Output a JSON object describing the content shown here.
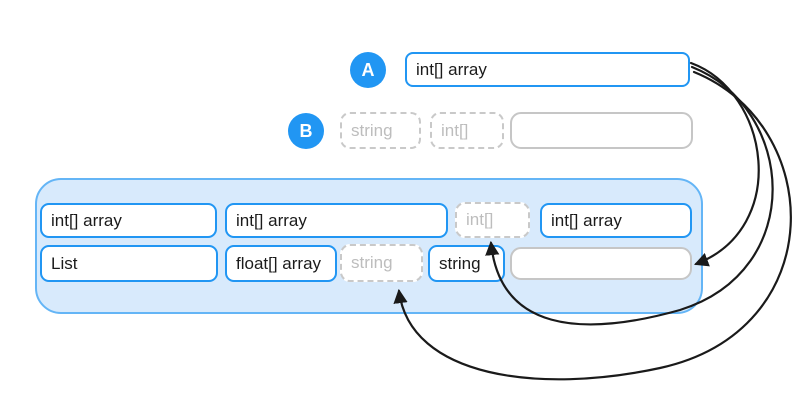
{
  "colors": {
    "accent_blue": "#2196F3",
    "tray_border_blue": "#64B5F6",
    "tray_fill_blue": "#D8EAFC",
    "ghost_gray": "#BDBDBD",
    "slot_border_gray": "#C6C6C6",
    "arrow_black": "#1A1A1A"
  },
  "row_a": {
    "badge": "A",
    "chip": "int[] array"
  },
  "row_b": {
    "badge": "B",
    "ghost_string": "string",
    "ghost_int": "int[]",
    "empty_slot": ""
  },
  "tray": {
    "row1": {
      "chip1": "int[] array",
      "chip2": "int[] array",
      "ghost_int": "int[]",
      "chip3": "int[] array"
    },
    "row2": {
      "chip1": "List",
      "chip2": "float[] array",
      "ghost_string": "string",
      "chip3": "string",
      "empty_slot": ""
    }
  },
  "arrows": [
    {
      "from": "row-a-chip",
      "to": "row-b-empty-slot-area"
    },
    {
      "from": "row-a-chip",
      "to": "tray-ghost-int"
    },
    {
      "from": "row-a-chip",
      "to": "tray-ghost-string"
    }
  ]
}
